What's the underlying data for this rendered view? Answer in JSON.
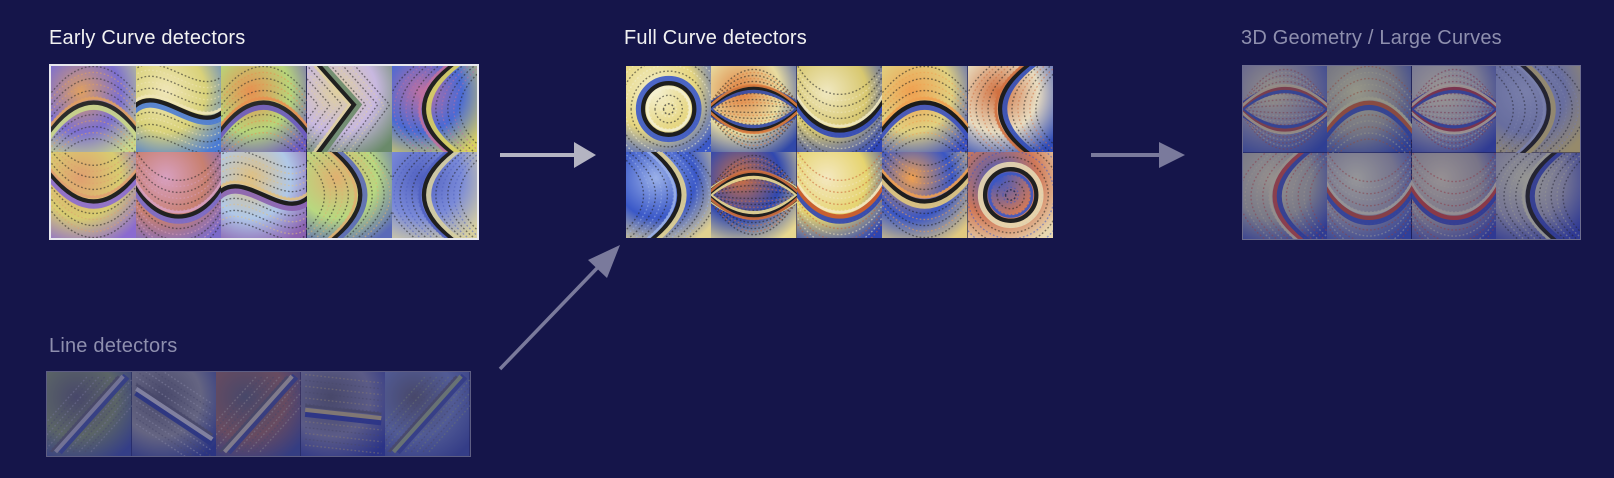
{
  "groups": {
    "early": {
      "label": "Early Curve detectors",
      "tiles": [
        {
          "colors": [
            "#7c6fd0",
            "#c9d78a",
            "#2b2b2b",
            "#e0a060"
          ],
          "shape": "arc-up"
        },
        {
          "colors": [
            "#d9d27a",
            "#4a7bd4",
            "#1e1e1e",
            "#f0e6b8"
          ],
          "shape": "wave"
        },
        {
          "colors": [
            "#b7d57a",
            "#6a5ac0",
            "#2a2a2a",
            "#e89050"
          ],
          "shape": "arc-up"
        },
        {
          "colors": [
            "#c8b8e0",
            "#6a8a6a",
            "#202020",
            "#e0d0a0"
          ],
          "shape": "corner"
        },
        {
          "colors": [
            "#4a6ad4",
            "#d8d060",
            "#222222",
            "#c070a0"
          ],
          "shape": "arc-left"
        },
        {
          "colors": [
            "#d8cc70",
            "#8a6ad0",
            "#222222",
            "#e0a070"
          ],
          "shape": "arc-down"
        },
        {
          "colors": [
            "#c88070",
            "#7a6ac8",
            "#222222",
            "#d8a0c0"
          ],
          "shape": "bowl"
        },
        {
          "colors": [
            "#b0c8e8",
            "#8a60b0",
            "#1e1e1e",
            "#e0c080"
          ],
          "shape": "wave"
        },
        {
          "colors": [
            "#b8d880",
            "#5a6ab8",
            "#222222",
            "#e0b070"
          ],
          "shape": "arc-right"
        },
        {
          "colors": [
            "#7a8ad8",
            "#d8d0a0",
            "#202020",
            "#5060c0"
          ],
          "shape": "arc-left"
        }
      ]
    },
    "full": {
      "label": "Full Curve detectors",
      "tiles": [
        {
          "colors": [
            "#e6d680",
            "#3a58c8",
            "#1e1e1e",
            "#f4f0d0"
          ],
          "shape": "circle"
        },
        {
          "colors": [
            "#e8dca0",
            "#3048a8",
            "#202020",
            "#e08040"
          ],
          "shape": "eye"
        },
        {
          "colors": [
            "#d8c870",
            "#2e46b8",
            "#1e1e1e",
            "#f0e8c0"
          ],
          "shape": "bowl"
        },
        {
          "colors": [
            "#e0d080",
            "#3a50c0",
            "#1c1c1c",
            "#f0a050"
          ],
          "shape": "arc-up"
        },
        {
          "colors": [
            "#e8dcc0",
            "#304cb8",
            "#1e1e1e",
            "#d07040"
          ],
          "shape": "arc-left"
        },
        {
          "colors": [
            "#3a58c8",
            "#e0d090",
            "#1e1e1e",
            "#9ab0e8"
          ],
          "shape": "arc-right"
        },
        {
          "colors": [
            "#3048b0",
            "#e8d890",
            "#202020",
            "#d07040"
          ],
          "shape": "eye"
        },
        {
          "colors": [
            "#e6d470",
            "#2e44b0",
            "#c86030",
            "#f4e8c0"
          ],
          "shape": "bowl"
        },
        {
          "colors": [
            "#3a56c4",
            "#e0c880",
            "#1e1e1e",
            "#f0a050"
          ],
          "shape": "arc-down"
        },
        {
          "colors": [
            "#d07858",
            "#e8d8b0",
            "#202020",
            "#3a56c4"
          ],
          "shape": "circle"
        }
      ]
    },
    "geometry": {
      "label": "3D Geometry / Large Curves",
      "tiles": [
        {
          "colors": [
            "#8a8aa8",
            "#3a50b0",
            "#a05050",
            "#c8c0a0"
          ],
          "shape": "eye"
        },
        {
          "colors": [
            "#9a9a9a",
            "#3a50b0",
            "#b86040",
            "#c8c8a0"
          ],
          "shape": "arc-up"
        },
        {
          "colors": [
            "#a0a0b0",
            "#3a4ab0",
            "#a04050",
            "#d0c8b0"
          ],
          "shape": "eye"
        },
        {
          "colors": [
            "#8890c0",
            "#c8b878",
            "#2a2a2a",
            "#a0a8d0"
          ],
          "shape": "arc-right"
        },
        {
          "colors": [
            "#a0a0a0",
            "#3a4ab0",
            "#b85050",
            "#c8c0a8"
          ],
          "shape": "arc-left"
        },
        {
          "colors": [
            "#9a98a8",
            "#3a50b8",
            "#b05048",
            "#c8c8b8"
          ],
          "shape": "bowl"
        },
        {
          "colors": [
            "#a09aa0",
            "#3a48b0",
            "#b84848",
            "#c8c0b0"
          ],
          "shape": "bowl"
        },
        {
          "colors": [
            "#9898b0",
            "#3a48b0",
            "#2a2a2a",
            "#c8c8b0"
          ],
          "shape": "arc-left"
        }
      ]
    },
    "line": {
      "label": "Line detectors",
      "tiles": [
        {
          "colors": [
            "#8a9a7a",
            "#4a5ab0",
            "#b0b0c8",
            "#6a6a80"
          ],
          "shape": "stripe-diag"
        },
        {
          "colors": [
            "#9a9aa8",
            "#3a4aa8",
            "#c8c8d8",
            "#6a6a80"
          ],
          "shape": "stripe-cross"
        },
        {
          "colors": [
            "#a07070",
            "#4a58a8",
            "#c8c0b8",
            "#6a6a80"
          ],
          "shape": "stripe-diag"
        },
        {
          "colors": [
            "#8a8ab0",
            "#3a48b0",
            "#c8b890",
            "#6a6a80"
          ],
          "shape": "stripe-horiz"
        },
        {
          "colors": [
            "#7a8ac8",
            "#4a58b0",
            "#a0b090",
            "#6a6a80"
          ],
          "shape": "stripe-diag"
        }
      ]
    }
  },
  "arrows": {
    "early_to_full": {
      "color": "#b4b4c2"
    },
    "line_to_full": {
      "color": "#7a7a9c"
    },
    "full_to_geometry": {
      "color": "#7a7a9c"
    }
  },
  "colors": {
    "background": "#15154a",
    "label_primary": "#f2f2f2",
    "label_secondary": "#8e8fae"
  }
}
